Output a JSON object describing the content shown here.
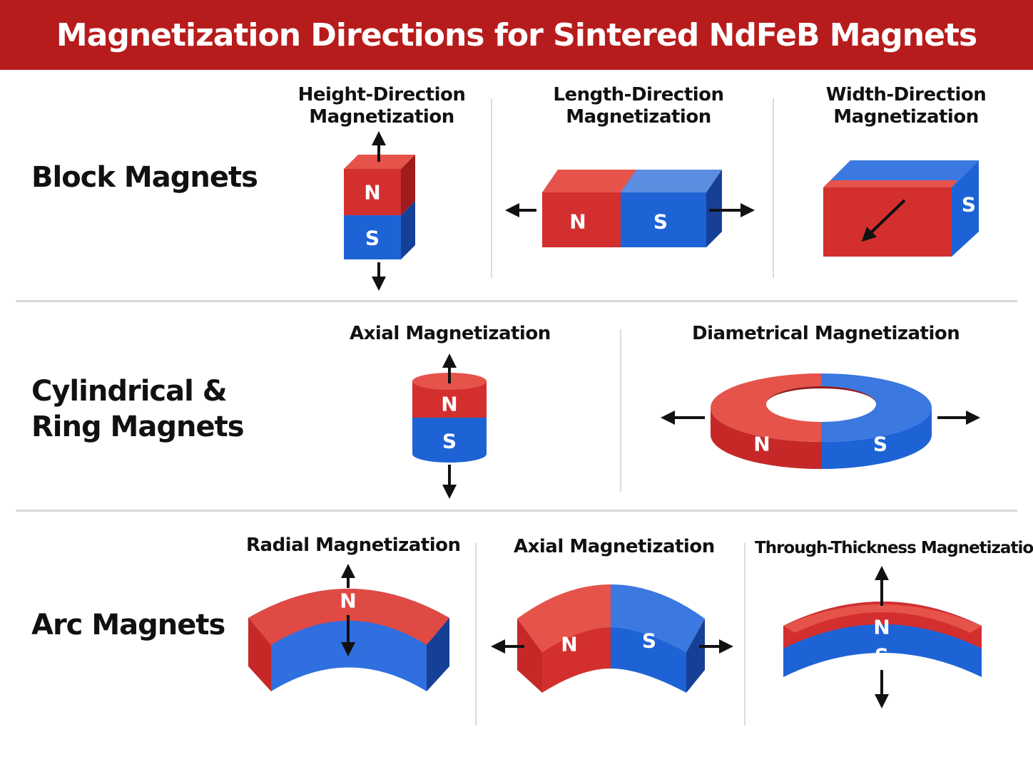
{
  "title": "Magnetization Directions for Sintered NdFeB Magnets",
  "colors": {
    "header": "#b71c1c",
    "north": "#d32f2f",
    "south": "#1e63d6",
    "arrow": "#111111"
  },
  "icons": [
    "arrow-icon"
  ],
  "sections": {
    "block": {
      "title": "Block Magnets",
      "items": [
        {
          "label_1": "Height-Direction",
          "label_2": "Magnetization",
          "north": "N",
          "south": "S"
        },
        {
          "label_1": "Length-Direction",
          "label_2": "Magnetization",
          "north": "N",
          "south": "S"
        },
        {
          "label_1": "Width-Direction",
          "label_2": "Magnetization",
          "south": "S"
        }
      ]
    },
    "cylindrical": {
      "title_1": "Cylindrical &",
      "title_2": "Ring Magnets",
      "items": [
        {
          "label": "Axial Magnetization",
          "north": "N",
          "south": "S"
        },
        {
          "label": "Diametrical Magnetization",
          "north": "N",
          "south": "S"
        }
      ]
    },
    "arc": {
      "title": "Arc Magnets",
      "items": [
        {
          "label": "Radial Magnetization",
          "north": "N"
        },
        {
          "label": "Axial Magnetization",
          "north": "N",
          "south": "S"
        },
        {
          "label": "Through-Thickness Magnetization",
          "north": "N",
          "south": "S"
        }
      ]
    }
  }
}
